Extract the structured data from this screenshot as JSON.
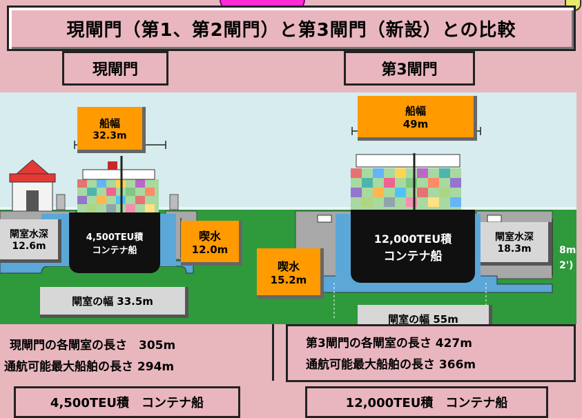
{
  "title": "現閘門（第1、第2閘門）と第3閘門（新設）との比較",
  "left": {
    "header": "現閘門",
    "beam_label": "船幅",
    "beam_value": "32.3m",
    "depth_label": "閘室水深",
    "depth_value": "12.6m",
    "ship_line1": "4,500TEU積",
    "ship_line2": "コンテナ船",
    "draft_label": "喫水",
    "draft_value": "12.0m",
    "width_text": "閘室の幅  33.5m",
    "length_line1": "現閘門の各閘室の長さ　305m",
    "length_line2": "通航可能最大船舶の長さ 294m",
    "bottom": "4,500TEU積　コンテナ船"
  },
  "right": {
    "header": "第3閘門",
    "beam_label": "船幅",
    "beam_value": "49m",
    "depth_label": "閘室水深",
    "depth_value": "18.3m",
    "ship_line1": "12,000TEU積",
    "ship_line2": "コンテナ船",
    "draft_label": "喫水",
    "draft_value": "15.2m",
    "width_text": "閘室の幅 55m",
    "length_line1": "第3閘門の各閘室の長さ  427m",
    "length_line2": "通航可能最大船舶の長さ 366m",
    "bottom": "12,000TEU積　コンテナ船",
    "edge_top": "8m",
    "edge_bottom": "2')"
  },
  "colors": {
    "background": "#e8b7be",
    "sky": "#d6ecef",
    "grass": "#2f9a3c",
    "water": "#5aa7d8",
    "accent": "#ff9a00",
    "magenta": "#ff2bd6"
  }
}
